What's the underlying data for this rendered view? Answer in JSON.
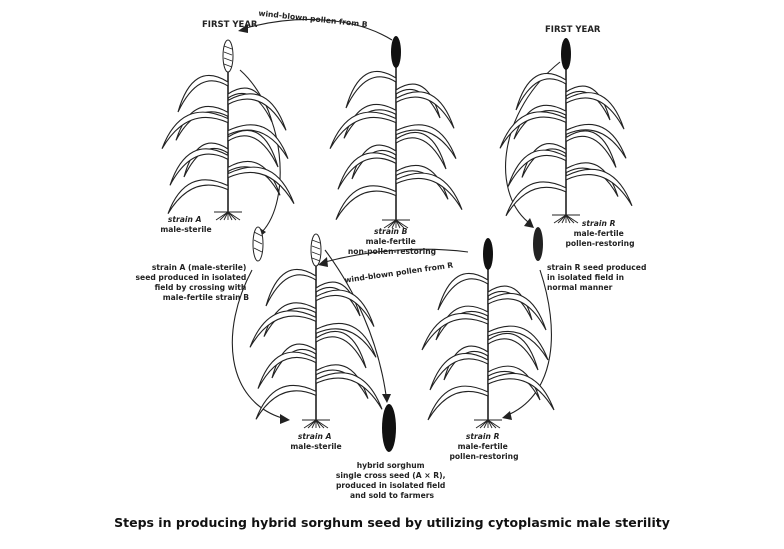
{
  "headers": {
    "first_year_left": "FIRST YEAR",
    "first_year_right": "FIRST YEAR"
  },
  "arrows": {
    "pollen_from_b": "wind-blown pollen from B",
    "pollen_from_r": "wind-blown pollen from R"
  },
  "plants": {
    "strain_a_top": [
      "strain A",
      "male-sterile"
    ],
    "strain_b_top": [
      "strain B",
      "male-fertile",
      "non-pollen-restoring"
    ],
    "strain_r_top": [
      "strain R",
      "male-fertile",
      "pollen-restoring"
    ],
    "strain_a_bottom": [
      "strain A",
      "male-sterile"
    ],
    "strain_r_bottom": [
      "strain R",
      "male-fertile",
      "pollen-restoring"
    ]
  },
  "notes": {
    "strain_a_seed": [
      "strain A (male-sterile)",
      "seed produced in isolated",
      "field by crossing with",
      "male-fertile strain B"
    ],
    "strain_r_seed": [
      "strain R seed produced",
      "in isolated field in",
      "normal manner"
    ],
    "hybrid_seed": [
      "hybrid sorghum",
      "single cross seed (A × R),",
      "produced in isolated field",
      "and sold to farmers"
    ]
  },
  "caption": "Steps in producing hybrid sorghum seed by utilizing cytoplasmic male sterility"
}
